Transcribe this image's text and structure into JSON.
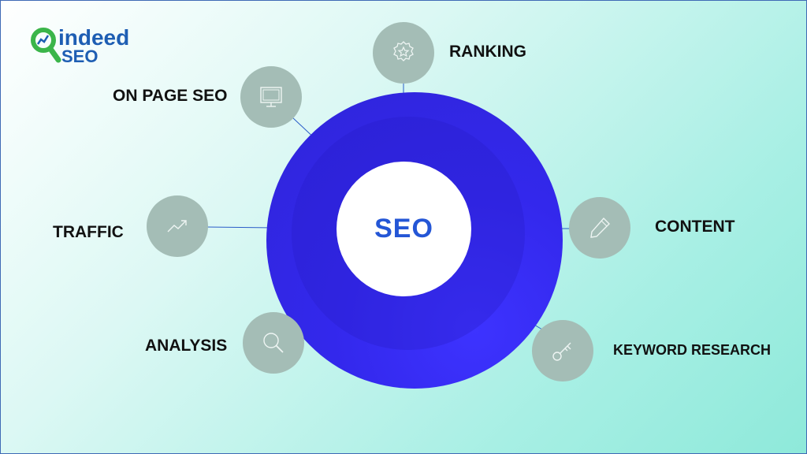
{
  "logo": {
    "brand": "indeed",
    "sub": "SEO"
  },
  "center": {
    "label": "SEO"
  },
  "nodes": {
    "ranking": {
      "label": "RANKING",
      "icon": "star-badge-icon"
    },
    "on_page_seo": {
      "label": "ON PAGE SEO",
      "icon": "monitor-icon"
    },
    "traffic": {
      "label": "TRAFFIC",
      "icon": "trend-up-icon"
    },
    "analysis": {
      "label": "ANALYSIS",
      "icon": "magnifier-icon"
    },
    "content": {
      "label": "CONTENT",
      "icon": "pen-icon"
    },
    "keyword_research": {
      "label": "KEYWORD RESEARCH",
      "icon": "key-icon"
    }
  },
  "colors": {
    "ring": "#3328ec",
    "center_text": "#2456d6",
    "node_fill": "#a4bdb6",
    "connector": "#2a5cc8",
    "brand": "#1e5eb3",
    "logo_green": "#3bb54a"
  }
}
